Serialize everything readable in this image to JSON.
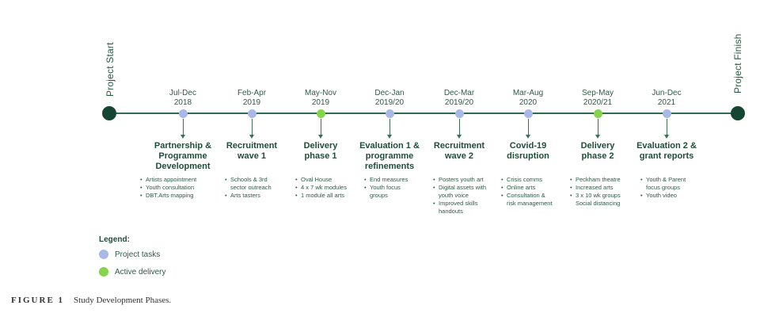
{
  "start_label": "Project Start",
  "finish_label": "Project Finish",
  "colors": {
    "line": "#2f6a52",
    "end_marker": "#164633",
    "project_tasks": "#a9b8e6",
    "active_delivery": "#86d44a"
  },
  "phases": [
    {
      "date": "Jul-Dec",
      "year": "2018",
      "kind": "project_tasks",
      "title": [
        "Partnership &",
        "Programme",
        "Development"
      ],
      "bullets": [
        "Artists appointment",
        "Youth consultation",
        "DBT.Arts mapping"
      ]
    },
    {
      "date": "Feb-Apr",
      "year": "2019",
      "kind": "project_tasks",
      "title": [
        "Recruitment",
        "wave 1"
      ],
      "bullets": [
        "Schools & 3rd",
        "sector outreach",
        "Arts tasters"
      ]
    },
    {
      "date": "May-Nov",
      "year": "2019",
      "kind": "active_delivery",
      "title": [
        "Delivery",
        "phase 1"
      ],
      "bullets": [
        "Oval House",
        "4 x 7 wk modules",
        "1 module all arts"
      ]
    },
    {
      "date": "Dec-Jan",
      "year": "2019/20",
      "kind": "project_tasks",
      "title": [
        "Evaluation 1 &",
        "programme",
        "refinements"
      ],
      "bullets": [
        "End measures",
        "Youth focus",
        "groups"
      ]
    },
    {
      "date": "Dec-Mar",
      "year": "2019/20",
      "kind": "project_tasks",
      "title": [
        "Recruitment",
        "wave 2"
      ],
      "bullets": [
        "Posters youth art",
        "Digital assets with",
        "youth voice",
        "Improved skills",
        "handouts"
      ]
    },
    {
      "date": "Mar-Aug",
      "year": "2020",
      "kind": "project_tasks",
      "title": [
        "Covid-19",
        "disruption"
      ],
      "bullets": [
        "Crisis comms",
        "Online arts",
        "Consultation &",
        "risk management"
      ]
    },
    {
      "date": "Sep-May",
      "year": "2020/21",
      "kind": "active_delivery",
      "title": [
        "Delivery",
        "phase 2"
      ],
      "bullets": [
        "Peckham theatre",
        "Increased arts",
        "3 x 10 wk groups",
        "Social distancing"
      ]
    },
    {
      "date": "Jun-Dec",
      "year": "2021",
      "kind": "project_tasks",
      "title": [
        "Evaluation 2 &",
        "grant reports"
      ],
      "bullets": [
        "Youth & Parent",
        "focus groups",
        "Youth video"
      ]
    }
  ],
  "bullet_continuations": [
    [
      false,
      false,
      false
    ],
    [
      false,
      true,
      false
    ],
    [
      false,
      false,
      false
    ],
    [
      false,
      false,
      true
    ],
    [
      false,
      false,
      true,
      false,
      true
    ],
    [
      false,
      false,
      false,
      true
    ],
    [
      false,
      false,
      false,
      true
    ],
    [
      false,
      true,
      false
    ]
  ],
  "legend": {
    "title": "Legend:",
    "items": [
      {
        "label": "Project tasks",
        "kind": "project_tasks"
      },
      {
        "label": "Active delivery",
        "kind": "active_delivery"
      }
    ]
  },
  "caption": {
    "figure": "FIGURE 1",
    "text": "Study Development Phases."
  }
}
